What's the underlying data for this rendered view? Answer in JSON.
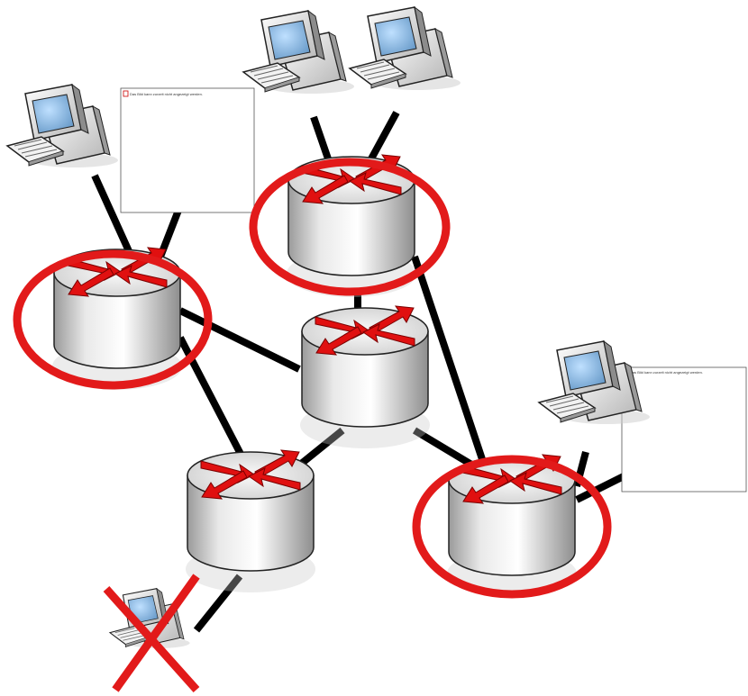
{
  "diagram": {
    "highlight_color": "#e21a1a",
    "link_color": "#000000",
    "router_body_color": "#e6e6e6",
    "arrow_color": "#e01010",
    "routers": [
      {
        "id": "router-left",
        "highlighted": true
      },
      {
        "id": "router-top",
        "highlighted": true
      },
      {
        "id": "router-center",
        "highlighted": false
      },
      {
        "id": "router-bottom",
        "highlighted": false
      },
      {
        "id": "router-right",
        "highlighted": true
      }
    ],
    "hosts": [
      {
        "id": "host-top-left",
        "failed": false
      },
      {
        "id": "host-top-a",
        "failed": false
      },
      {
        "id": "host-top-b",
        "failed": false
      },
      {
        "id": "host-right",
        "failed": false
      },
      {
        "id": "host-bottom",
        "failed": true
      }
    ],
    "placeholders": [
      {
        "id": "placeholder-top",
        "text": "Das Bild kann zurzeit nicht angezeigt werden."
      },
      {
        "id": "placeholder-right",
        "text": "Das Bild kann zurzeit nicht angezeigt werden."
      }
    ]
  }
}
